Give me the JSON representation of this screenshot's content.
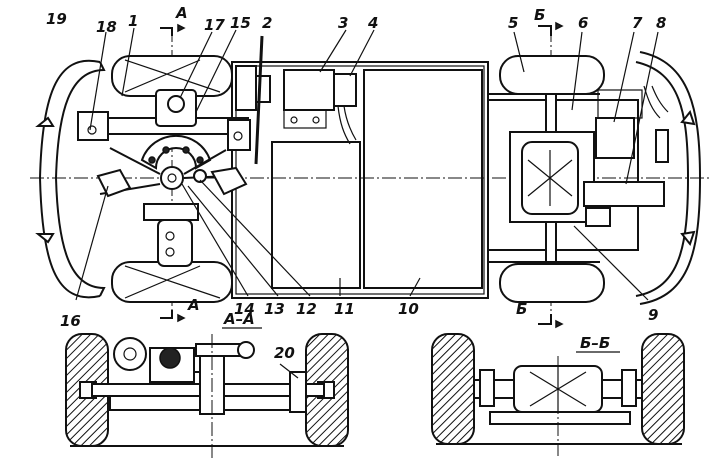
{
  "labels": {
    "l1": "1",
    "l2": "2",
    "l3": "3",
    "l4": "4",
    "l5": "5",
    "l6": "6",
    "l7": "7",
    "l8": "8",
    "l9": "9",
    "l10": "10",
    "l11": "11",
    "l12": "12",
    "l13": "13",
    "l14": "14",
    "l15": "15",
    "l16": "16",
    "l17": "17",
    "l18": "18",
    "l19": "19",
    "l20": "20"
  },
  "sections": {
    "a_top": "А",
    "a_bottom": "А",
    "b_top": "Б",
    "b_bottom": "Б",
    "aa": "А–А",
    "bb": "Б–Б"
  },
  "colors": {
    "ink": "#111111",
    "paper": "#ffffff"
  }
}
